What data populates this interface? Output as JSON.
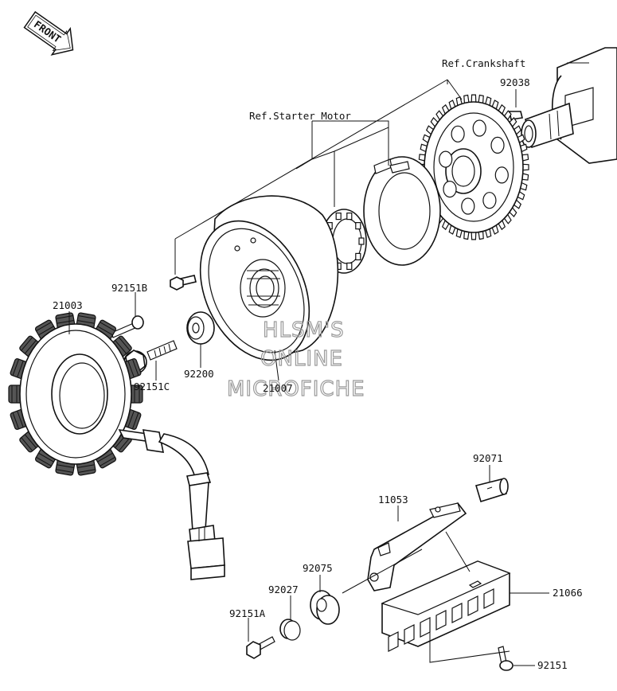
{
  "front_badge": "FRONT",
  "references": {
    "crankshaft": "Ref.Crankshaft",
    "starter_motor": "Ref.Starter Motor"
  },
  "parts": {
    "p92038": "92038",
    "p92151B": "92151B",
    "p21003": "21003",
    "p92200": "92200",
    "p92151C": "92151C",
    "p21007": "21007",
    "p92071": "92071",
    "p11053": "11053",
    "p92075": "92075",
    "p92027": "92027",
    "p92151A": "92151A",
    "p21066": "21066",
    "p92151": "92151"
  },
  "watermark": {
    "line1": "HLSM'S",
    "line2": "ONLINE",
    "line3": "MICROFICHE"
  }
}
